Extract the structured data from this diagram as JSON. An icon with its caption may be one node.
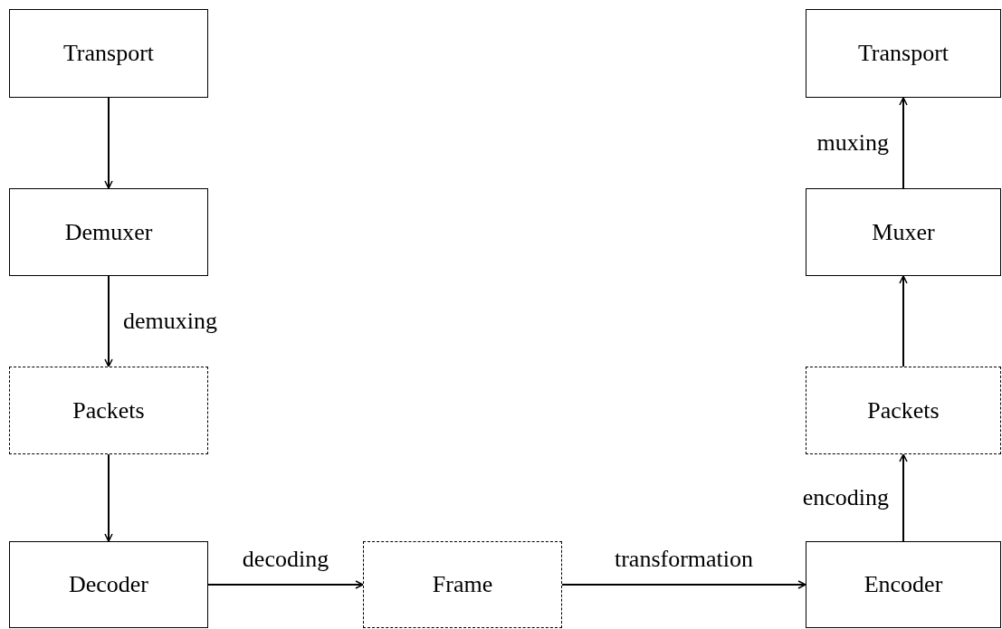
{
  "diagram": {
    "nodes": [
      {
        "text": [
          "Transport"
        ]
      },
      {
        "text": [
          "Demuxer"
        ]
      },
      {
        "text": [
          "Packets"
        ]
      },
      {
        "text": [
          "Decoder"
        ]
      },
      {
        "text": [
          "Frame"
        ]
      },
      {
        "text": [
          "Encoder"
        ]
      },
      {
        "text": [
          "Packets"
        ]
      },
      {
        "text": [
          "Muxer"
        ]
      },
      {
        "text": [
          "Transport"
        ]
      }
    ],
    "edges": [
      {
        "from": 0,
        "to": 1,
        "arrow": "to"
      },
      {
        "from": 1,
        "to": 2,
        "arrow": "to",
        "label": "demuxing"
      },
      {
        "from": 2,
        "to": 3,
        "arrow": "to"
      },
      {
        "from": 3,
        "to": 4,
        "arrow": "to",
        "label": "decoding"
      },
      {
        "from": 4,
        "to": 5,
        "arrow": "to",
        "label": "transformation"
      },
      {
        "from": 5,
        "to": 6,
        "arrow": "to",
        "label": "encoding"
      },
      {
        "from": 6,
        "to": 7,
        "arrow": "to"
      },
      {
        "from": 7,
        "to": 8,
        "arrow": "to",
        "label": "muxing"
      }
    ]
  }
}
